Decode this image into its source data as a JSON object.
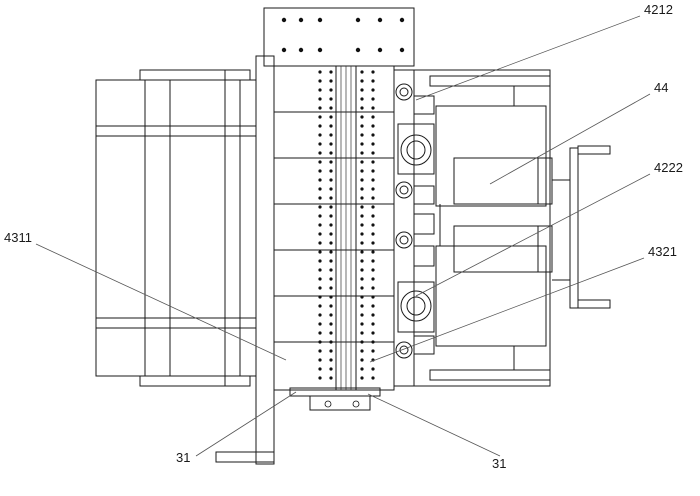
{
  "labels": {
    "l4212": "4212",
    "l44": "44",
    "l4222": "4222",
    "l4321": "4321",
    "l4311": "4311",
    "l31a": "31",
    "l31b": "31"
  }
}
